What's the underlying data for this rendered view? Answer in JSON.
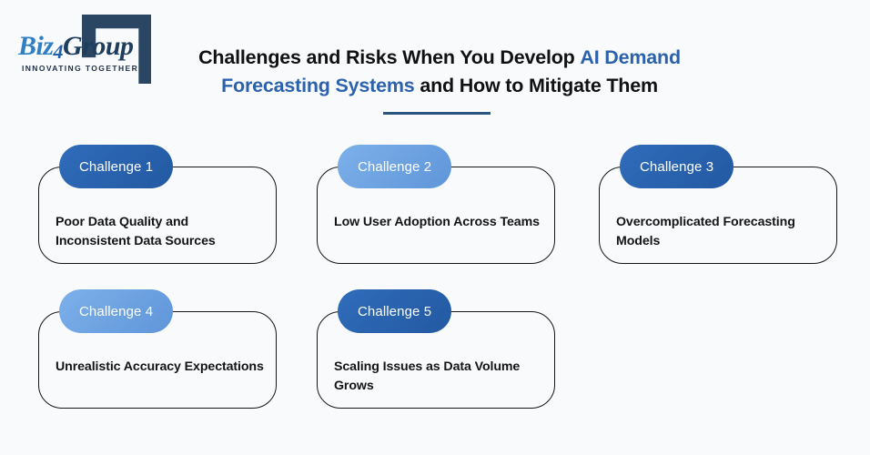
{
  "page": {
    "background_color": "#f8fafc",
    "accent_blue": "#2c62ac",
    "badge_dark": "#2359a2",
    "badge_light": "#679fe0",
    "rule_color": "#2a5580"
  },
  "header": {
    "logo": {
      "name": "Biz4Group",
      "word_part_1": "Biz",
      "word_part_2": "4",
      "word_part_3": "Group",
      "tagline": "INNOVATING TOGETHER",
      "mark": "bracket-square-mark"
    },
    "title": {
      "segment_1": "Challenges and Risks When You Develop ",
      "segment_2_highlight": "AI Demand Forecasting Systems",
      "segment_3": " and How to Mitigate Them",
      "full_text": "Challenges and Risks When You Develop AI Demand Forecasting Systems and How to Mitigate Them"
    }
  },
  "cards": [
    {
      "id": 1,
      "badge_label": "Challenge 1",
      "badge_style": "dark",
      "text": "Poor Data Quality and Inconsistent Data Sources"
    },
    {
      "id": 2,
      "badge_label": "Challenge 2",
      "badge_style": "light",
      "text": "Low User Adoption Across Teams"
    },
    {
      "id": 3,
      "badge_label": "Challenge 3",
      "badge_style": "dark",
      "text": "Overcomplicated Forecasting Models"
    },
    {
      "id": 4,
      "badge_label": "Challenge 4",
      "badge_style": "light",
      "text": "Unrealistic Accuracy Expectations"
    },
    {
      "id": 5,
      "badge_label": "Challenge 5",
      "badge_style": "dark",
      "text": "Scaling Issues as Data Volume Grows"
    }
  ]
}
